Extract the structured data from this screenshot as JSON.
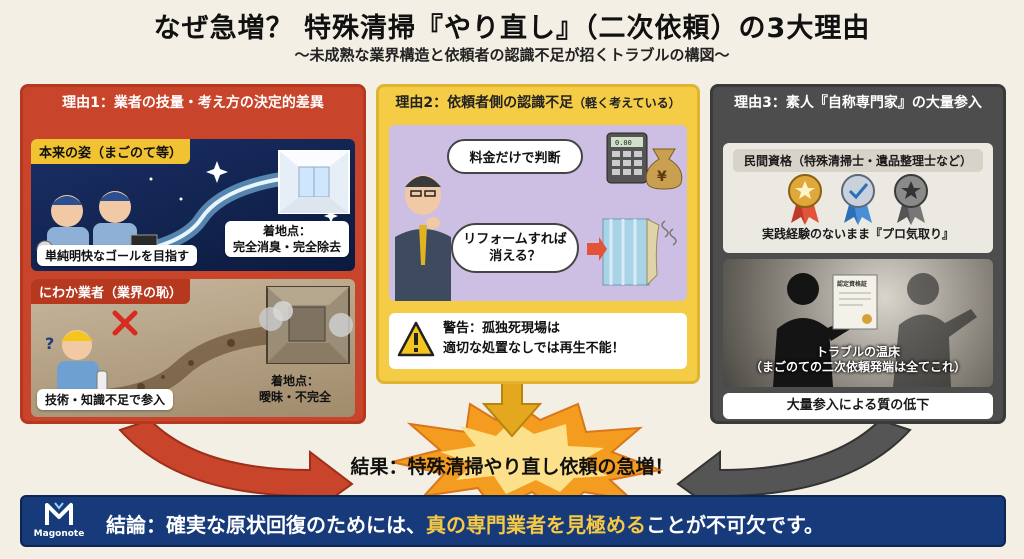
{
  "header": {
    "title": "なぜ急増？ 特殊清掃『やり直し』（二次依頼）の3大理由",
    "subtitle": "〜未成熟な業界構造と依頼者の認識不足が招くトラブルの構図〜"
  },
  "reason1": {
    "heading": "理由1：業者の技量・考え方の決定的差異",
    "ideal": {
      "tag": "本来の姿（まごのて等）",
      "goal": "単純明快なゴールを目指す",
      "landing_title": "着地点：",
      "landing_value": "完全消臭・完全除去"
    },
    "amateur": {
      "tag": "にわか業者（業界の恥）",
      "caption": "技術・知識不足で参入",
      "landing_title": "着地点：",
      "landing_value": "曖昧・不完全"
    }
  },
  "reason2": {
    "heading": "理由2：依頼者側の認識不足",
    "heading_note": "（軽く考えている）",
    "bubble_price": "料金だけで判断",
    "bubble_reform_line1": "リフォームすれば",
    "bubble_reform_line2": "消える？",
    "calculator_display": "0.00",
    "money_symbol": "¥",
    "warning_line1": "警告：孤独死現場は",
    "warning_line2": "適切な処置なしでは再生不能！"
  },
  "reason3": {
    "heading": "理由3：素人『自称専門家』の大量参入",
    "cert_heading": "民間資格（特殊清掃士・遺品整理士など）",
    "cert_caption": "実践経験のないまま『プロ気取り』",
    "document_title": "認定資格証",
    "hotbed_line1": "トラブルの温床",
    "hotbed_line2": "（まごのての二次依頼発端は全てこれ）",
    "decline": "大量参入による質の低下"
  },
  "result": {
    "label": "結果：特殊清掃やり直し依頼の急増！"
  },
  "conclusion": {
    "logo_letter": "M",
    "logo_name": "Magonote",
    "text_before": "結論：確実な原状回復のためには、",
    "text_highlight": "真の専門業者を見極める",
    "text_after": "ことが不可欠です。"
  },
  "colors": {
    "reason1": "#c8442b",
    "reason2": "#f4cc45",
    "reason3": "#4d4d4d",
    "conclusion": "#173a7a",
    "highlight": "#f6c945",
    "burst": "#f39c1f"
  },
  "icons": {
    "ideal_workers": "worker-team-icon",
    "clean_room": "clean-room-icon",
    "confused_worker": "confused-worker-icon",
    "dirty_room": "dirty-room-icon",
    "cross": "cross-icon",
    "businessman": "thinking-man-icon",
    "calculator": "calculator-icon",
    "money_bag": "money-bag-icon",
    "wallpaper": "wallpaper-icon",
    "warning": "warning-icon",
    "medals": "medal-icon",
    "silhouette": "silhouette-icon",
    "certificate": "certificate-icon",
    "arrows": "arrow-icon",
    "logo": "magonote-logo"
  }
}
